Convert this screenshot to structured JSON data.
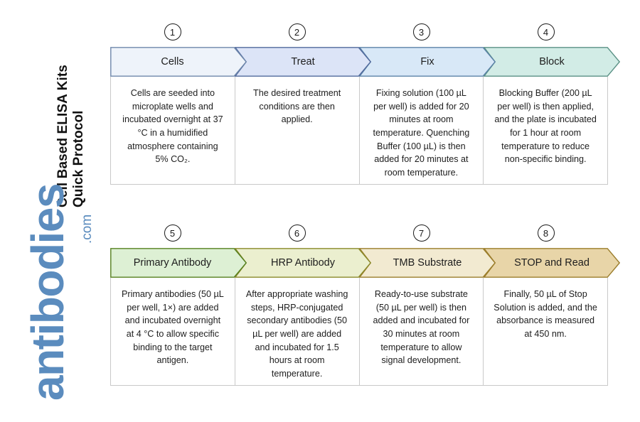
{
  "title": {
    "line1": "Cell Based ELISA Kits",
    "line2": "Quick Protocol"
  },
  "logo": {
    "wordmark": "antibodies",
    "suffix": ".com",
    "color": "#5b8cbe"
  },
  "rows": [
    {
      "id": "row-1",
      "steps": [
        {
          "number": "1",
          "label": "Cells",
          "fill": "#eef3fa",
          "stroke": "#6e87ab",
          "text": "Cells are seeded into microplate wells and incubated overnight at 37 °C in a humidified atmosphere containing 5% CO₂."
        },
        {
          "number": "2",
          "label": "Treat",
          "fill": "#dce4f7",
          "stroke": "#51699c",
          "text": "The desired treatment conditions are then applied."
        },
        {
          "number": "3",
          "label": "Fix",
          "fill": "#d8e8f7",
          "stroke": "#5b82a8",
          "text": "Fixing solution (100 µL per well) is added for 20 minutes at room temperature. Quenching Buffer (100 µL) is then added for 20 minutes at room temperature."
        },
        {
          "number": "4",
          "label": "Block",
          "fill": "#d2ece6",
          "stroke": "#5a9185",
          "text": "Blocking Buffer (200 µL per well) is then applied, and the plate is incubated for 1 hour at room temperature to reduce non-specific binding."
        }
      ]
    },
    {
      "id": "row-2",
      "steps": [
        {
          "number": "5",
          "label": "Primary Antibody",
          "fill": "#ddf0d4",
          "stroke": "#55801f",
          "text": "Primary antibodies (50 µL per well, 1×) are added and incubated overnight at 4 °C to allow specific binding to the target antigen."
        },
        {
          "number": "6",
          "label": "HRP Antibody",
          "fill": "#ebefcf",
          "stroke": "#8a8a2a",
          "text": "After appropriate washing steps, HRP-conjugated secondary antibodies (50 µL per well) are added and incubated for 1.5 hours at room temperature."
        },
        {
          "number": "7",
          "label": "TMB Substrate",
          "fill": "#f2ead1",
          "stroke": "#9b7d2b",
          "text": "Ready-to-use substrate (50 µL per well) is then added and incubated for 30 minutes at room temperature to allow signal development."
        },
        {
          "number": "8",
          "label": "STOP and Read",
          "fill": "#e8d5a8",
          "stroke": "#9b7d2b",
          "text": "Finally, 50 µL of Stop Solution is added, and the absorbance is measured at 450 nm."
        }
      ]
    }
  ]
}
